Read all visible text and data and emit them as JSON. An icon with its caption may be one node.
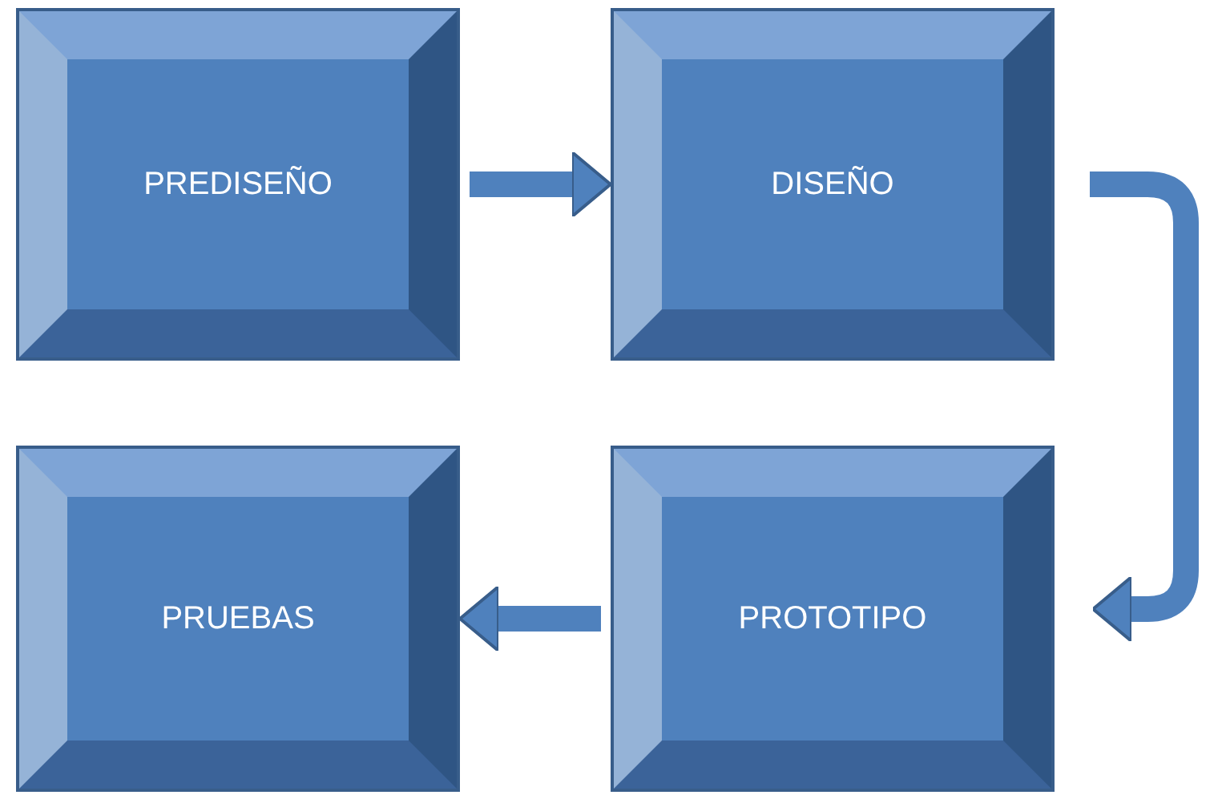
{
  "diagram": {
    "nodes": [
      {
        "text": [
          "PREDISEÑO"
        ]
      },
      {
        "text": [
          "DISEÑO"
        ]
      },
      {
        "text": [
          "PROTOTIPO"
        ]
      },
      {
        "text": [
          "PRUEBAS"
        ]
      }
    ],
    "edges": [
      {
        "from": 0,
        "to": 1,
        "arrow": "to"
      },
      {
        "from": 1,
        "to": 2,
        "arrow": "to"
      },
      {
        "from": 2,
        "to": 3,
        "arrow": "to"
      }
    ]
  }
}
